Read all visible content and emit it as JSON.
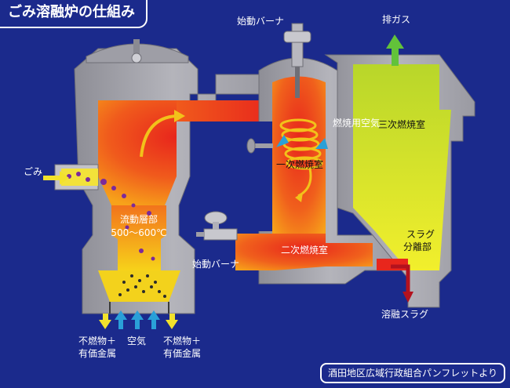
{
  "header": {
    "title": "ごみ溶融炉の仕組み"
  },
  "footer": {
    "credit": "酒田地区広域行政組合パンフレットより"
  },
  "labels": {
    "waste_input": "ごみ",
    "burner_top": "始動バーナ",
    "exhaust_gas": "排ガス",
    "combustion_air": "燃焼用空気",
    "primary_chamber": "一次燃焼室",
    "tertiary_chamber": "三次燃焼室",
    "fluidized_bed": "流動層部",
    "bed_temperature": "500～600℃",
    "burner_side": "始動バーナ",
    "secondary_chamber": "二次燃焼室",
    "slag_separator_1": "スラグ",
    "slag_separator_2": "分離部",
    "molten_slag": "溶融スラグ",
    "air_input": "空気",
    "incombustibles_left_1": "不燃物＋",
    "incombustibles_left_2": "有価金属",
    "incombustibles_right_1": "不燃物＋",
    "incombustibles_right_2": "有価金属"
  },
  "colors": {
    "background": "#1b2a8c",
    "wall": "#a9a9b0",
    "fire_core": "#e8261c",
    "fire_edge": "#f7a21a",
    "tertiary_top": "#b8d62a",
    "tertiary_bottom": "#f2ef2c",
    "arrow_green": "#62c23a",
    "arrow_blue": "#2aa0d8",
    "arrow_yellow": "#f2e22c",
    "slag_arrow": "#b3121e"
  }
}
